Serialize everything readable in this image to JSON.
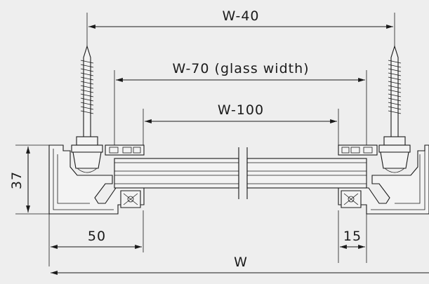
{
  "dimensions": {
    "overall_width": "W",
    "outer_span": "W-40",
    "glass_width": "W-70 (glass width)",
    "sight_line": "W-100",
    "frame_height": "37",
    "frame_depth": "50",
    "edge_offset": "15"
  }
}
